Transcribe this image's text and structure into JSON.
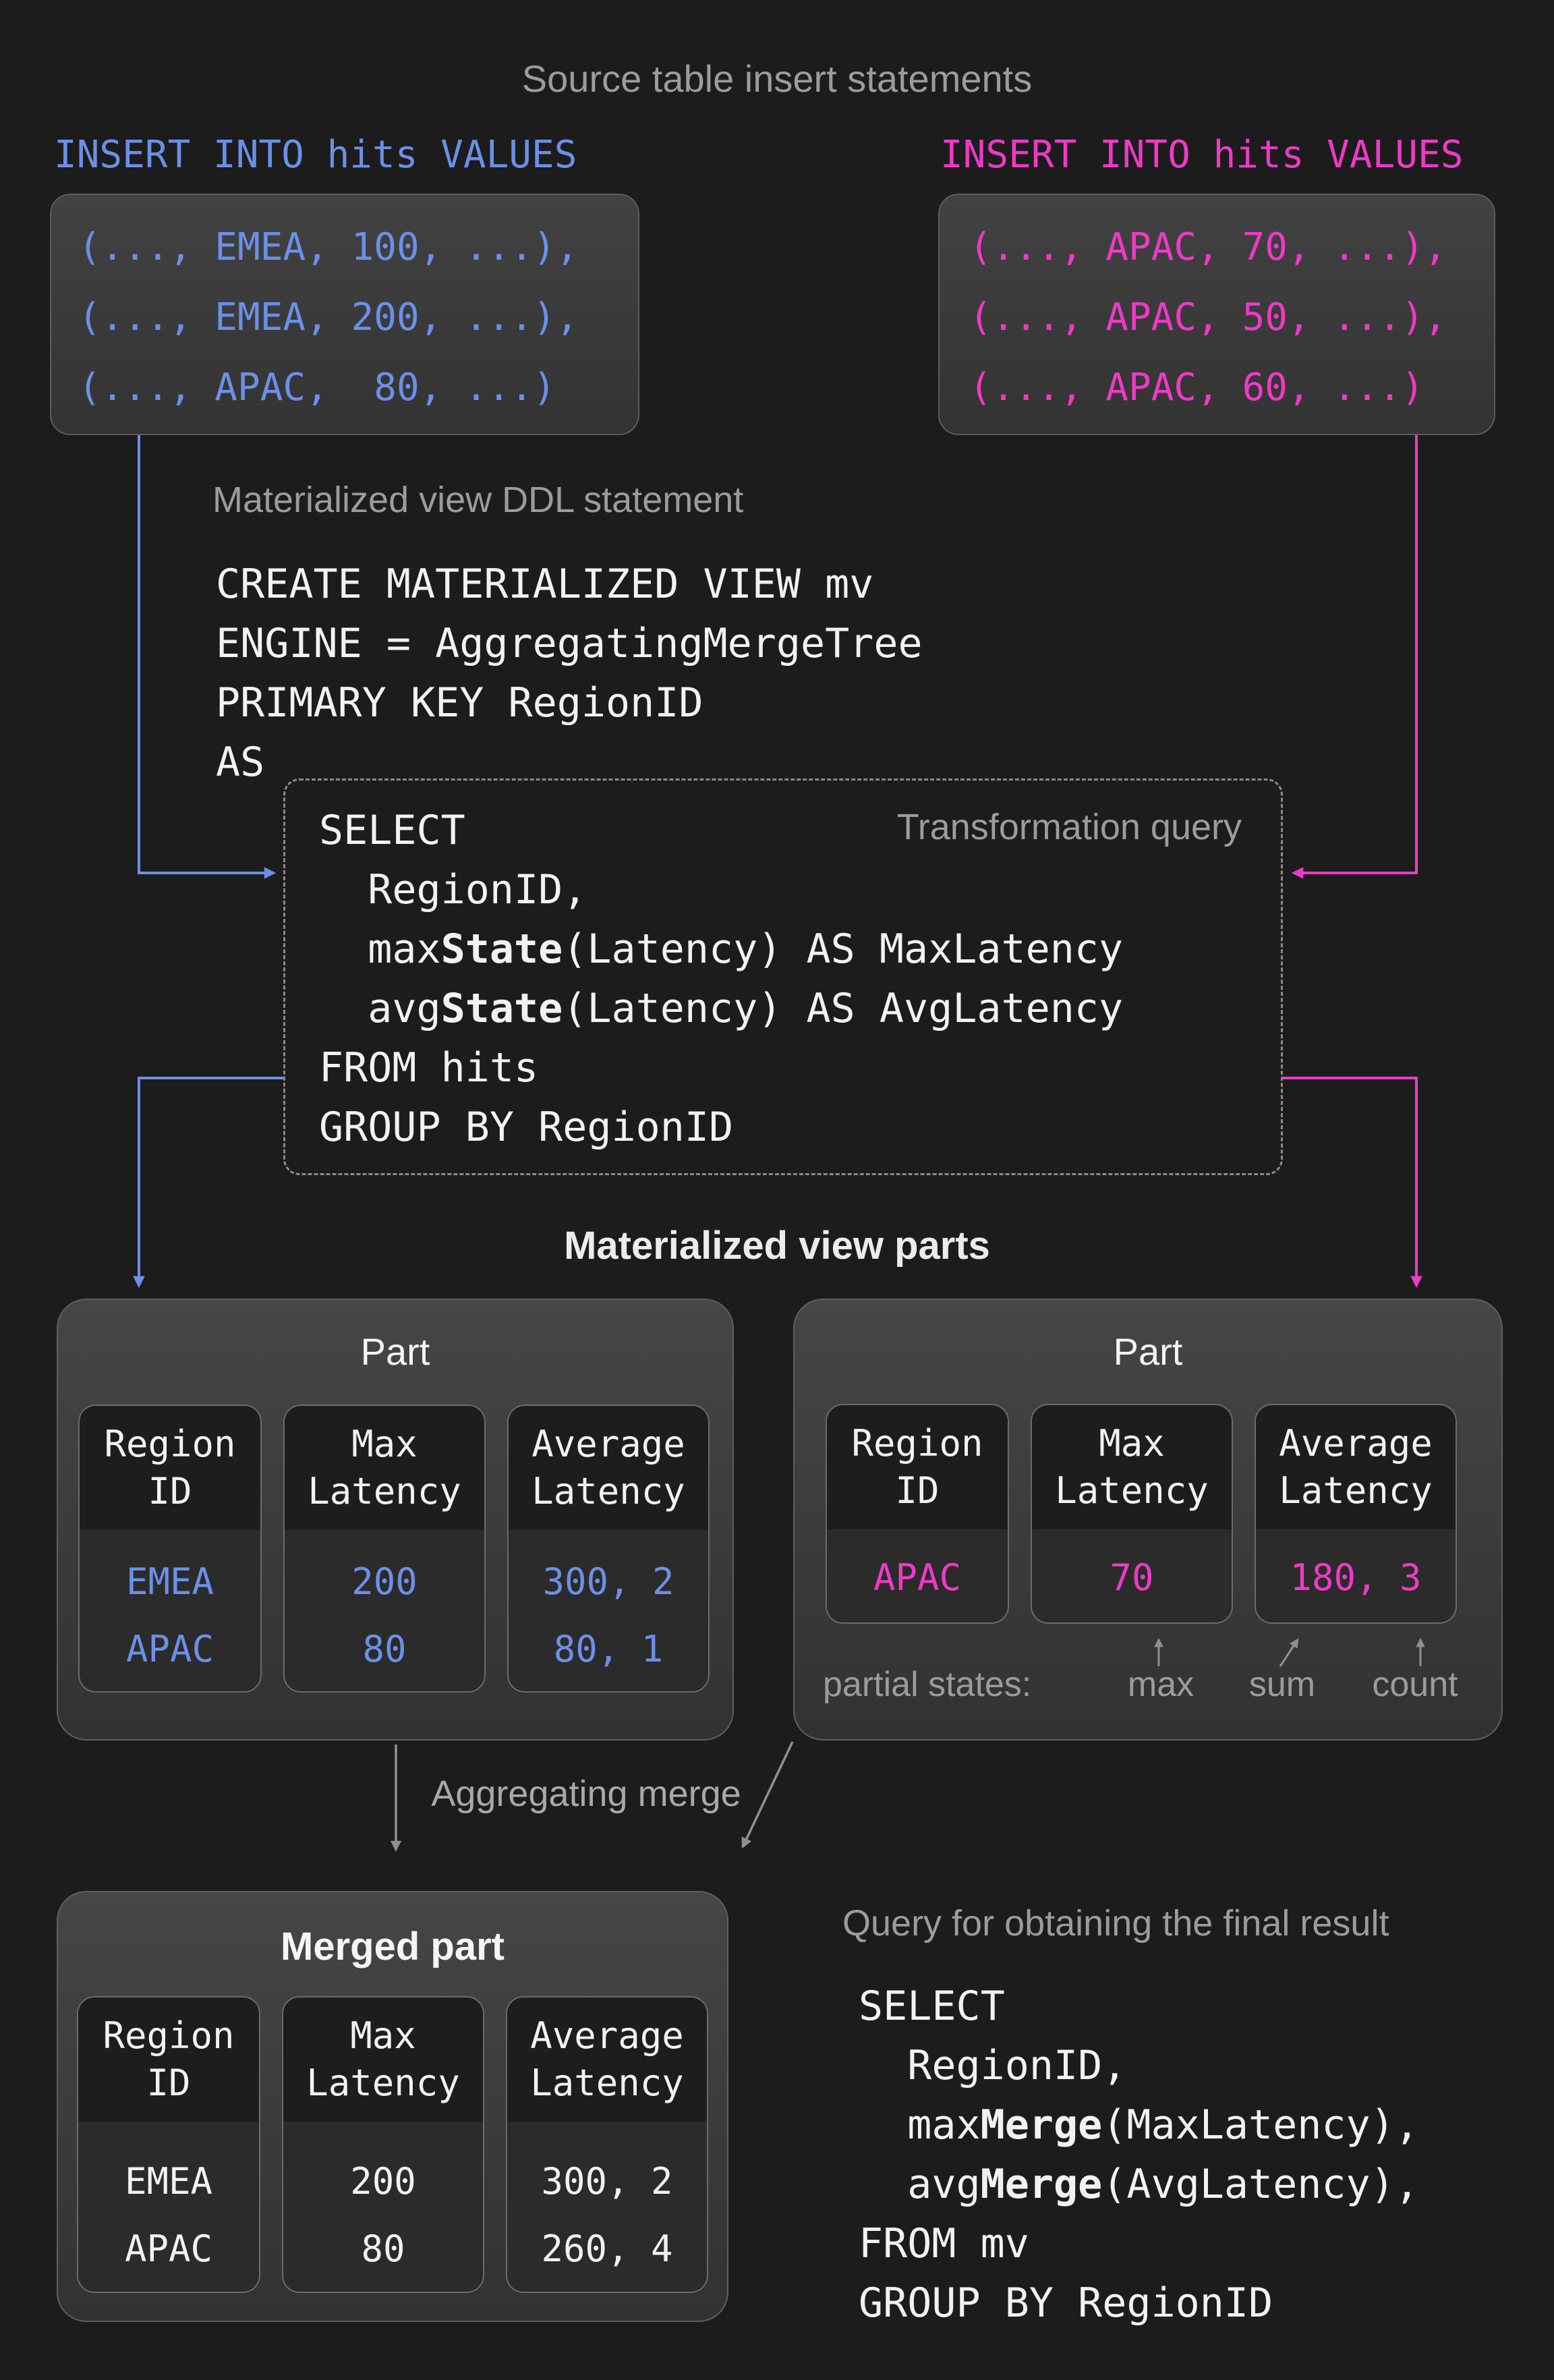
{
  "headings": {
    "source": "Source table insert statements",
    "ddl": "Materialized view DDL statement",
    "parts": "Materialized view parts",
    "merge": "Aggregating merge",
    "final_query": "Query for obtaining the final result"
  },
  "left_insert": {
    "header": "INSERT INTO hits VALUES",
    "lines": [
      "(..., EMEA, 100, ...),",
      "(..., EMEA, 200, ...),",
      "(..., APAC,  80, ...)"
    ]
  },
  "right_insert": {
    "header": "INSERT INTO hits VALUES",
    "lines": [
      "(..., APAC, 70, ...),",
      "(..., APAC, 50, ...),",
      "(..., APAC, 60, ...)"
    ]
  },
  "ddl": {
    "lines": [
      "CREATE MATERIALIZED VIEW mv",
      "ENGINE = AggregatingMergeTree",
      "PRIMARY KEY RegionID",
      "AS"
    ]
  },
  "transform": {
    "label": "Transformation query",
    "l1": "SELECT",
    "l2": "  RegionID,",
    "l3_pre": "  max",
    "l3_bold": "State",
    "l3_post": "(Latency) AS MaxLatency",
    "l4_pre": "  avg",
    "l4_bold": "State",
    "l4_post": "(Latency) AS AvgLatency",
    "l5": "FROM hits",
    "l6": "GROUP BY RegionID"
  },
  "left_part": {
    "title": "Part",
    "columns": [
      {
        "header": "Region\nID",
        "values": [
          "EMEA",
          "APAC"
        ]
      },
      {
        "header": "Max\nLatency",
        "values": [
          "200",
          "80"
        ]
      },
      {
        "header": "Average\nLatency",
        "values": [
          "300, 2",
          "80, 1"
        ]
      }
    ]
  },
  "right_part": {
    "title": "Part",
    "columns": [
      {
        "header": "Region\nID",
        "values": [
          "APAC"
        ]
      },
      {
        "header": "Max\nLatency",
        "values": [
          "70"
        ]
      },
      {
        "header": "Average\nLatency",
        "values": [
          "180, 3"
        ]
      }
    ],
    "partial_states_label": "partial states:",
    "fn_max": "max",
    "fn_sum": "sum",
    "fn_count": "count"
  },
  "merged_part": {
    "title": "Merged part",
    "columns": [
      {
        "header": "Region\nID",
        "values": [
          "EMEA",
          "APAC"
        ]
      },
      {
        "header": "Max\nLatency",
        "values": [
          "200",
          "80"
        ]
      },
      {
        "header": "Average\nLatency",
        "values": [
          "300, 2",
          "260, 4"
        ]
      }
    ]
  },
  "final_query": {
    "l1": "SELECT",
    "l2": "  RegionID,",
    "l3_pre": "  max",
    "l3_bold": "Merge",
    "l3_post": "(MaxLatency),",
    "l4_pre": "  avg",
    "l4_bold": "Merge",
    "l4_post": "(AvgLatency),",
    "l5": "FROM mv",
    "l6": "GROUP BY RegionID"
  },
  "colors": {
    "background": "#1c1c1c",
    "blue": "#6b90e8",
    "pink": "#ee3ac6",
    "gray_label": "#9c9c9c",
    "code_white": "#f2f2f2",
    "box_background": "#3c3c3c",
    "arrow_gray": "#909090"
  }
}
